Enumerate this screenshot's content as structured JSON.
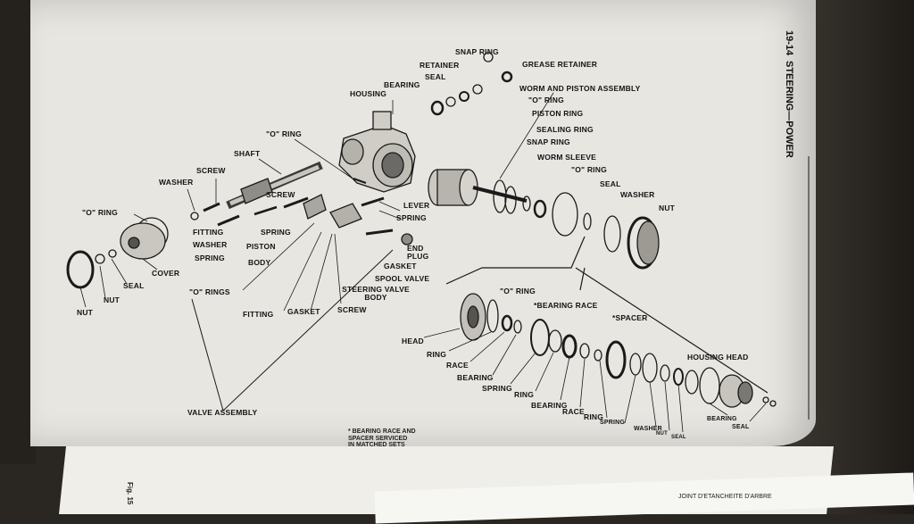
{
  "header": {
    "page_number": "19-14",
    "section_title": "STEERING—POWER"
  },
  "labels": {
    "snap_ring_top": "SNAP RING",
    "retainer": "RETAINER",
    "seal_top": "SEAL",
    "bearing_top": "BEARING",
    "grease_retainer": "GREASE RETAINER",
    "housing": "HOUSING",
    "worm_piston": "WORM AND PISTON ASSEMBLY",
    "o_ring_1": "\"O\" RING",
    "piston_ring": "PISTON RING",
    "sealing_ring": "SEALING RING",
    "snap_ring_2": "SNAP RING",
    "worm_sleeve": "WORM SLEEVE",
    "o_ring_2": "\"O\" RING",
    "seal_2": "SEAL",
    "washer_right": "WASHER",
    "nut_right": "NUT",
    "o_ring_shaft": "\"O\" RING",
    "shaft": "SHAFT",
    "screw_top": "SCREW",
    "washer_left": "WASHER",
    "o_ring_left": "\"O\" RING",
    "screw_mid": "SCREW",
    "lever": "LEVER",
    "spring_right": "SPRING",
    "fitting": "FITTING",
    "washer_mid": "WASHER",
    "spring_mid": "SPRING",
    "piston": "PISTON",
    "spring_left": "SPRING",
    "body": "BODY",
    "end_plug": "END PLUG",
    "gasket_right": "GASKET",
    "spool_valve": "SPOOL VALVE",
    "steering_valve_body": "STEERING VALVE BODY",
    "cover": "COVER",
    "seal_left": "SEAL",
    "nut_left1": "NUT",
    "nut_left2": "NUT",
    "o_rings": "\"O\" RINGS",
    "fitting_bottom": "FITTING",
    "gasket_bottom": "GASKET",
    "screw_bottom": "SCREW",
    "valve_assembly": "VALVE ASSEMBLY",
    "o_ring_head": "\"O\" RING",
    "bearing_race": "*BEARING RACE",
    "spacer": "*SPACER",
    "head": "HEAD",
    "ring_a": "RING",
    "race_a": "RACE",
    "bearing_a": "BEARING",
    "spring_a": "SPRING",
    "ring_b": "RING",
    "bearing_b": "BEARING",
    "race_b": "RACE",
    "ring_c": "RING",
    "spring_b": "SPRING",
    "washer_b": "WASHER",
    "nut_b": "NUT",
    "seal_b": "SEAL",
    "housing_head": "HOUSING HEAD",
    "bearing_c": "BEARING",
    "seal_c": "SEAL"
  },
  "footnote": {
    "line1": "* BEARING RACE AND",
    "line2": "SPACER SERVICED",
    "line3": "IN MATCHED SETS"
  },
  "fragments": {
    "fig_label": "Fig. 15",
    "strip_text": "JOINT D'ETANCHEITE D'ARBRE"
  }
}
